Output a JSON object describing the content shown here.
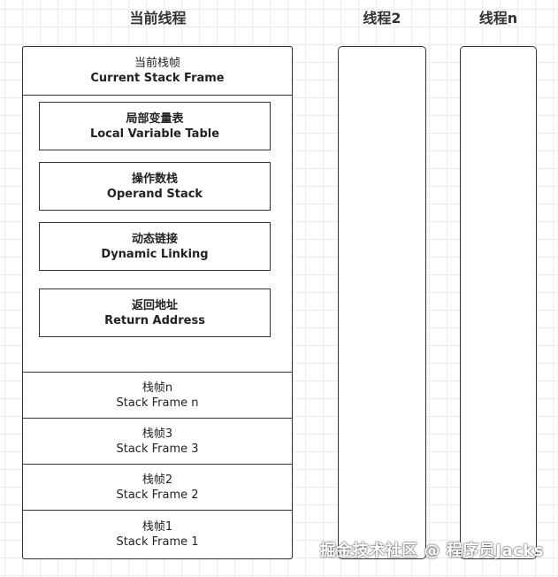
{
  "columns": {
    "current": "当前线程",
    "thread2": "线程2",
    "threadn": "线程n"
  },
  "current_frame": {
    "title_zh": "当前栈帧",
    "title_en": "Current Stack Frame"
  },
  "frame_parts": [
    {
      "zh": "局部变量表",
      "en": "Local Variable Table"
    },
    {
      "zh": "操作数栈",
      "en": "Operand Stack"
    },
    {
      "zh": "动态链接",
      "en": "Dynamic Linking"
    },
    {
      "zh": "返回地址",
      "en": "Return Address"
    }
  ],
  "stack_frames": [
    {
      "zh": "栈帧n",
      "en": "Stack Frame n"
    },
    {
      "zh": "栈帧3",
      "en": "Stack Frame 3"
    },
    {
      "zh": "栈帧2",
      "en": "Stack Frame 2"
    },
    {
      "zh": "栈帧1",
      "en": "Stack Frame 1"
    }
  ],
  "watermark": "掘金技术社区 @ 程序员Jacks"
}
